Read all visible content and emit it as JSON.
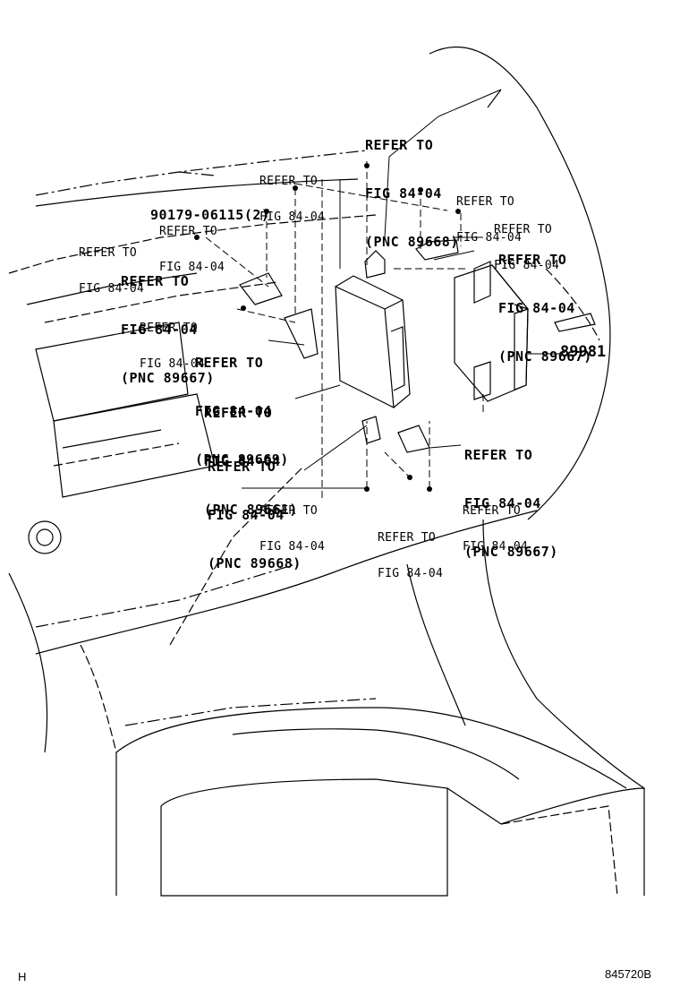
{
  "callouts": {
    "c1": [
      "REFER TO",
      "FIG 84-04",
      "(PNC 89668)"
    ],
    "c2": [
      "REFER TO",
      "FIG 84-04"
    ],
    "c3": [
      "90179-06115(2)"
    ],
    "c4": [
      "REFER TO",
      "FIG 84-04"
    ],
    "c5": [
      "REFER TO",
      "FIG 84-04"
    ],
    "c6": [
      "REFER TO",
      "FIG 84-04",
      "(PNC 89667)"
    ],
    "c7": [
      "REFER TO",
      "FIG 84-04"
    ],
    "c8": [
      "REFER TO",
      "FIG 84-04",
      "(PNC 89669)"
    ],
    "c9": [
      "REFER TO",
      "FIG 84-04",
      "(PNC 89661)"
    ],
    "c10": [
      "REFER TO",
      "FIG 84-04",
      "(PNC 89668)"
    ],
    "c11": [
      "REFER TO",
      "FIG 84-04"
    ],
    "c12": [
      "REFER TO",
      "FIG 84-04"
    ],
    "c13": [
      "REFER TO",
      "FIG 84-04"
    ],
    "c14": [
      "REFER TO",
      "FIG 84-04",
      "(PNC 89667)"
    ],
    "c15": [
      "REFER TO",
      "FIG 84-04",
      "(PNC 89667)"
    ],
    "c16": [
      "REFER TO",
      "FIG 84-04"
    ],
    "c17": [
      "REFER TO",
      "FIG 84-04"
    ]
  },
  "part_number": "89981",
  "footer": {
    "left": "H",
    "right": "845720B"
  }
}
